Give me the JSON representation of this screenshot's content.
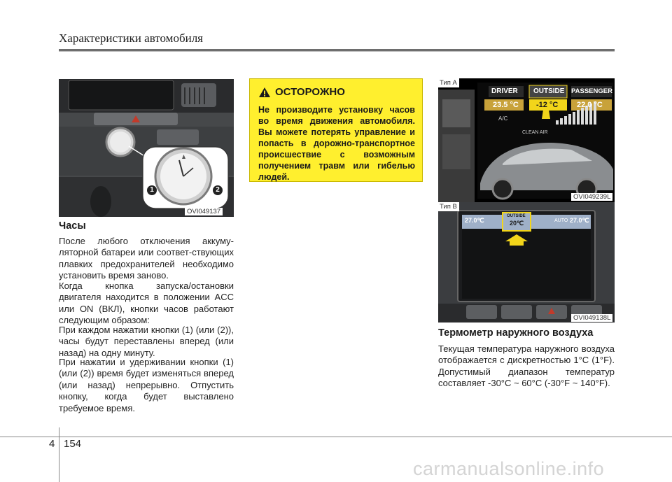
{
  "header": {
    "title": "Характеристики автомобиля"
  },
  "clock_figure": {
    "code": "OVI049137",
    "callout_1": "1",
    "callout_2": "2"
  },
  "clock_section": {
    "heading": "Часы",
    "paragraphs": [
      "После любого отключения аккуму-ляторной батареи или соответ-ствующих плавких предохранителей необходимо установить время заново.",
      "Когда кнопка запуска/остановки двигателя находится в положении ACC или ON (ВКЛ), кнопки часов работают следующим образом:",
      "При каждом нажатии кнопки (1) (или (2)), часы будут переставлены вперед (или назад) на одну минуту.",
      "При нажатии и удерживании кнопки (1) (или (2)) время будет изменяться вперед (или назад) непрерывно. Отпустить кнопку, когда будет выставлено требуемое время."
    ]
  },
  "warning": {
    "title": "ОСТОРОЖНО",
    "text": "Не производите установку часов во время движения автомобиля. Вы можете потерять управление и попасть в дорожно-транспортное происшествие с возможным получением травм или гибелью людей."
  },
  "figure_a": {
    "type_label": "Тип A",
    "code": "OVI049239L",
    "driver_label": "DRIVER",
    "outside_label": "OUTSIDE",
    "passenger_label": "PASSENGER",
    "driver_temp": "23.5 °C",
    "outside_temp": "-12 °C",
    "passenger_temp": "22.0 °C",
    "ac_label": "A/C",
    "clean_air_label": "CLEAN AIR"
  },
  "figure_b": {
    "type_label": "Тип B",
    "code": "OVI049138L",
    "left_temp": "27.0℃",
    "right_temp": "27.0℃",
    "outside_label": "OUTSIDE",
    "outside_temp": "20℃",
    "auto_label": "AUTO"
  },
  "thermo_section": {
    "heading": "Термометр наружного воздуха",
    "text": "Текущая температура наружного воздуха отображается с дискретностью 1°C (1°F). Допустимый диапазон температур составляет -30°C ~ 60°C (-30°F ~ 140°F)."
  },
  "footer": {
    "chapter": "4",
    "page": "154",
    "watermark": "carmanualsonline.info"
  },
  "colors": {
    "warning_bg": "#ffef2e",
    "accent_yellow": "#f2d51a",
    "display_blue": "#9fb0c8"
  }
}
